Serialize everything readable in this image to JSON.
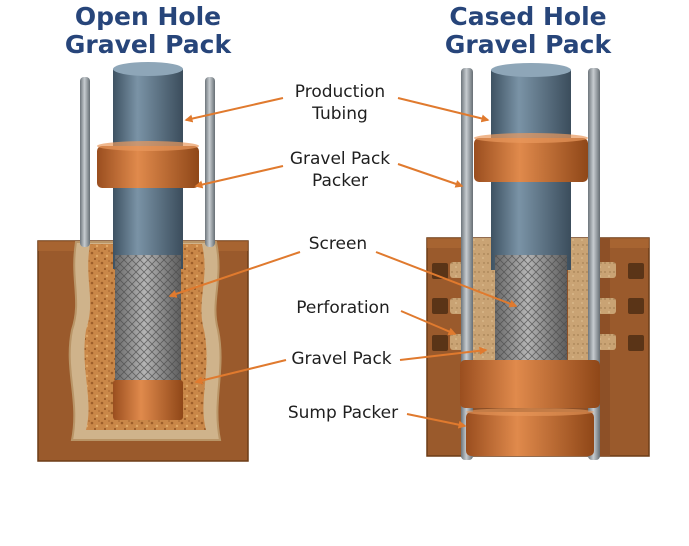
{
  "titles": {
    "left": [
      "Open Hole",
      "Gravel Pack"
    ],
    "right": [
      "Cased Hole",
      "Gravel Pack"
    ]
  },
  "labels": {
    "production_tubing": [
      "Production",
      "Tubing"
    ],
    "gravel_pack_packer": [
      "Gravel Pack",
      "Packer"
    ],
    "screen": "Screen",
    "perforation": "Perforation",
    "gravel_pack": "Gravel Pack",
    "sump_packer": "Sump Packer"
  },
  "colors": {
    "title": "#27457a",
    "arrow": "#e07a2e",
    "tubing": "#5d7486",
    "copper": "#c26a30",
    "formation": "#9a5a2c",
    "gravel": "#c9894a",
    "screen": "#8f8f8f",
    "rod": "#9aa2a8"
  }
}
